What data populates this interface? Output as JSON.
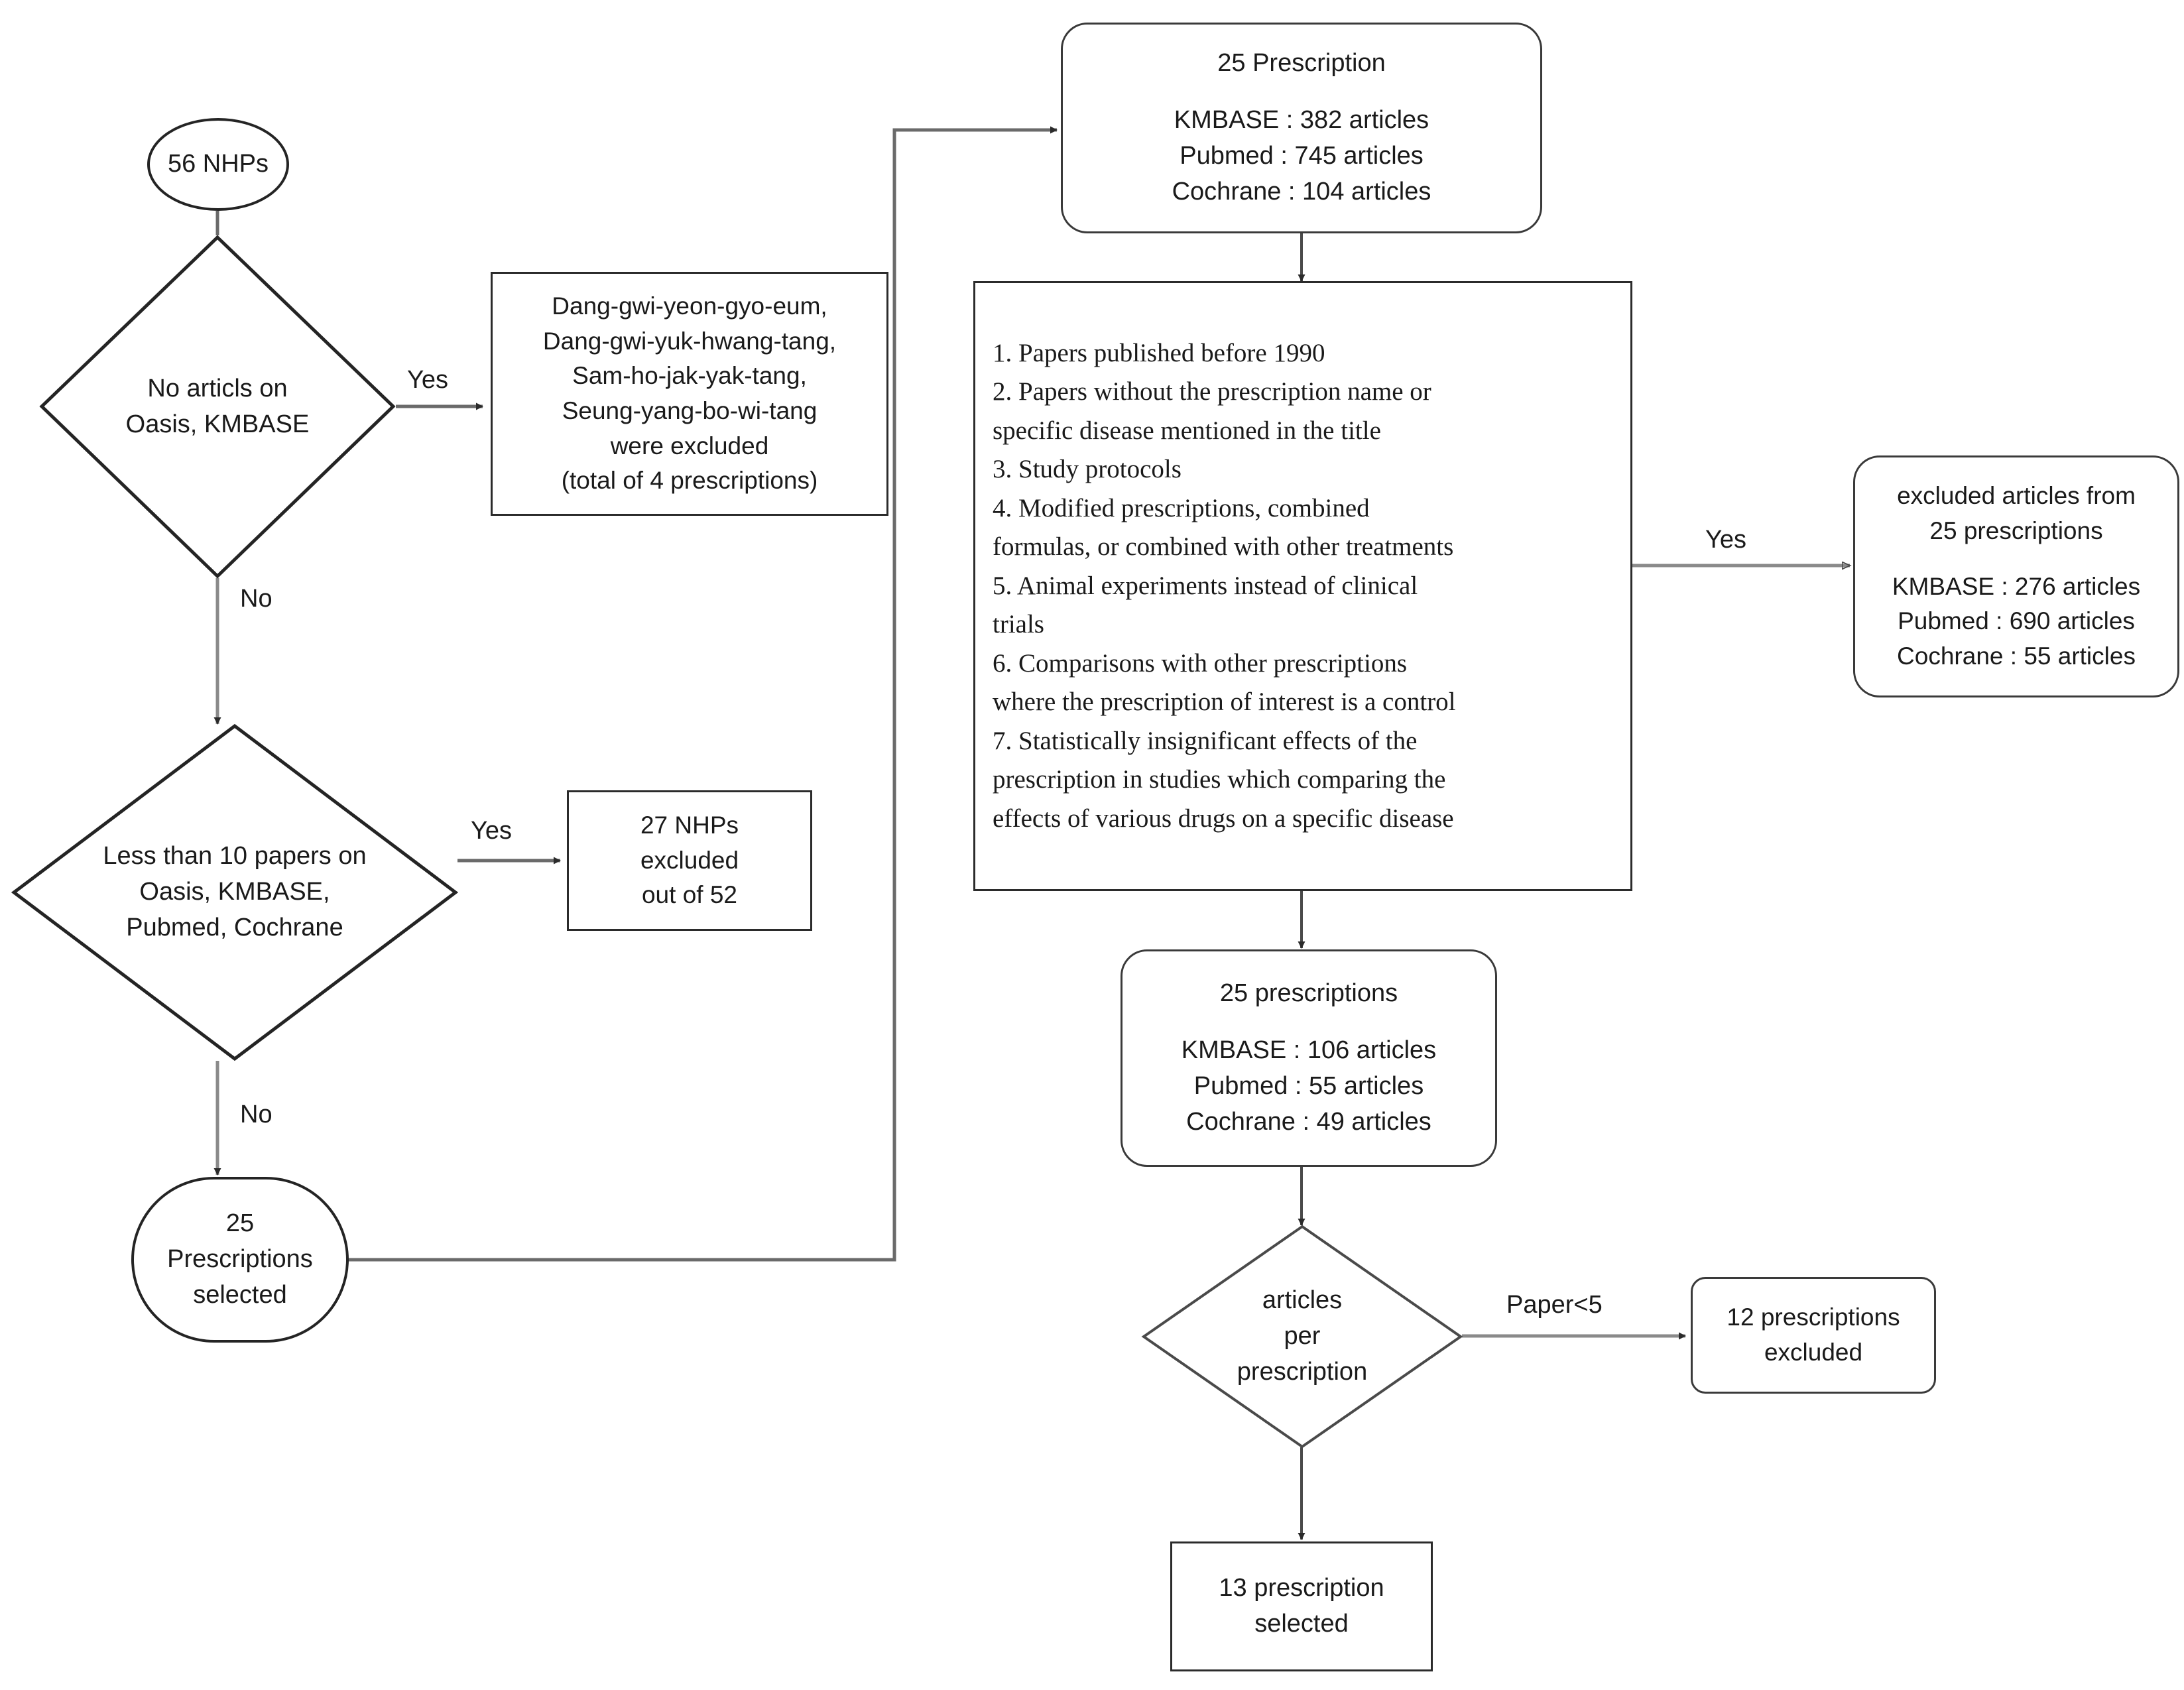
{
  "diagram": {
    "title": "Prescription and article selection flowchart",
    "ink_color": "#1a1a1a",
    "line_color": "#4a4a4a"
  },
  "nodes": {
    "start": {
      "name": "56 NHPs",
      "lines": [
        "56 NHPs"
      ]
    },
    "decision_no_articles": {
      "lines": [
        "No articls on",
        "Oasis, KMBASE"
      ]
    },
    "excluded_prescriptions": {
      "lines": [
        "Dang-gwi-yeon-gyo-eum,",
        "Dang-gwi-yuk-hwang-tang,",
        "Sam-ho-jak-yak-tang,",
        "Seung-yang-bo-wi-tang",
        "were excluded",
        "(total of 4 prescriptions)"
      ]
    },
    "decision_less_than_10": {
      "lines": [
        "Less than 10 papers on",
        "Oasis, KMBASE,",
        "Pubmed, Cochrane"
      ]
    },
    "nhps_excluded": {
      "lines": [
        "27 NHPs",
        "excluded",
        "out of 52"
      ]
    },
    "prescriptions_selected_25": {
      "lines": [
        "25",
        "Prescriptions",
        "selected"
      ]
    },
    "prescription_25_search": {
      "heading": "25 Prescription",
      "counts": [
        "KMBASE : 382 articles",
        "Pubmed : 745 articles",
        "Cochrane : 104 articles"
      ]
    },
    "exclusion_criteria": {
      "items": [
        "1. Papers published before 1990",
        "2. Papers without the prescription name or",
        "specific disease mentioned in the title",
        "3. Study protocols",
        "4. Modified prescriptions, combined",
        "formulas, or combined with other treatments",
        "5. Animal experiments instead of clinical",
        "trials",
        "6. Comparisons with other prescriptions",
        "where the prescription of interest is a control",
        "7. Statistically insignificant effects of the",
        "prescription in studies which comparing the",
        "effects of various drugs on a specific disease"
      ]
    },
    "excluded_articles": {
      "heading_lines": [
        "excluded articles from",
        "25 prescriptions"
      ],
      "counts": [
        "KMBASE : 276 articles",
        "Pubmed : 690 articles",
        "Cochrane : 55 articles"
      ]
    },
    "prescriptions_25_remaining": {
      "heading": "25 prescriptions",
      "counts": [
        "KMBASE : 106 articles",
        "Pubmed : 55 articles",
        "Cochrane : 49 articles"
      ]
    },
    "decision_articles_per_prescription": {
      "lines": [
        "articles",
        "per",
        "prescription"
      ]
    },
    "prescriptions_excluded_12": {
      "lines": [
        "12 prescriptions",
        "excluded"
      ]
    },
    "final_selected": {
      "lines": [
        "13 prescription",
        "selected"
      ]
    }
  },
  "edge_labels": {
    "yes_no_articles": "Yes",
    "no_no_articles": "No",
    "yes_less_than_10": "Yes",
    "no_less_than_10": "No",
    "yes_criteria": "Yes",
    "paper_lt_5": "Paper<5"
  }
}
